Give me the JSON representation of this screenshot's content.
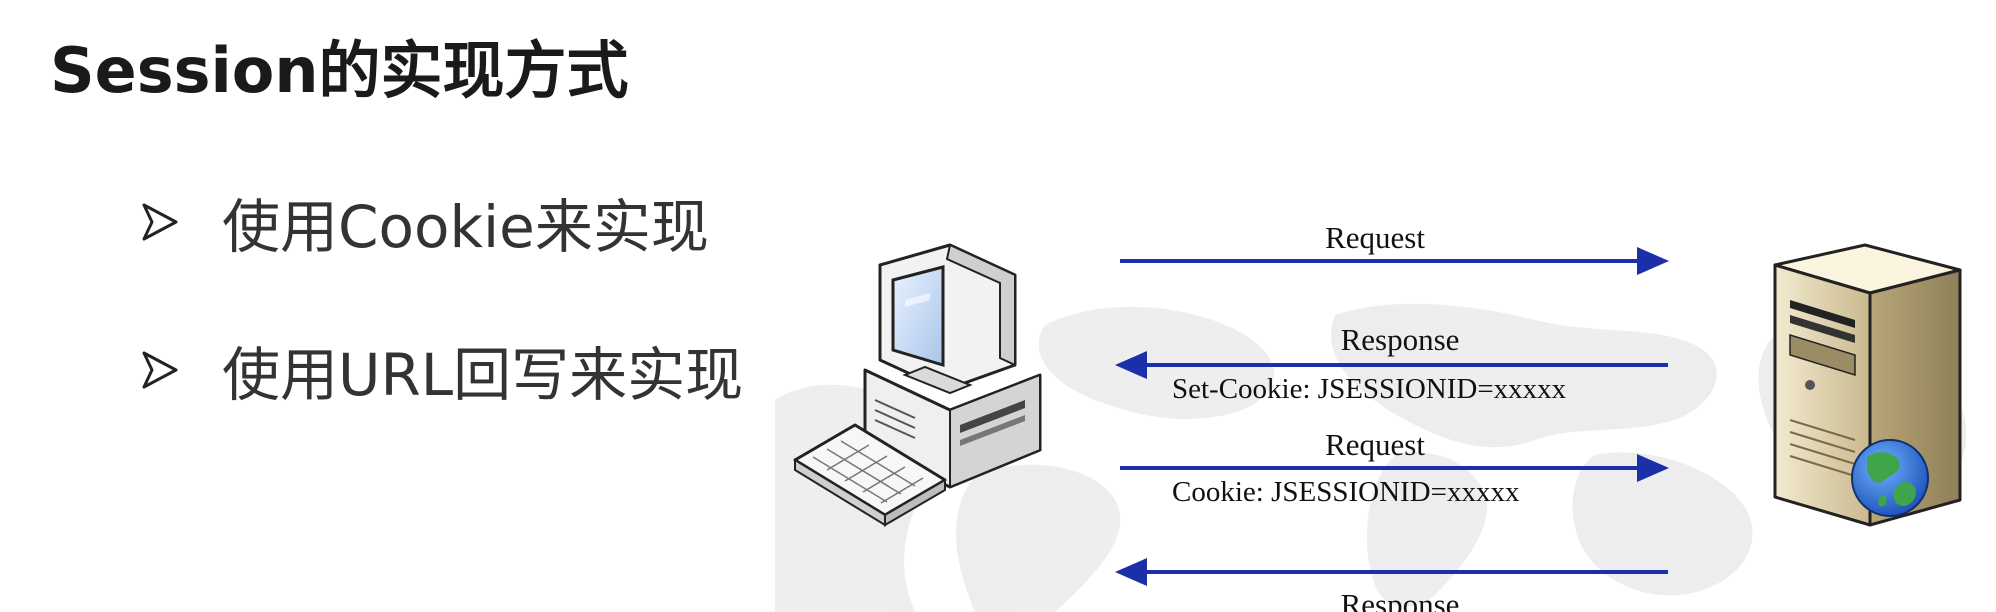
{
  "slide": {
    "title": "Session的实现方式",
    "bullets": [
      {
        "text": "使用Cookie来实现"
      },
      {
        "text": "使用URL回写来实现"
      }
    ]
  },
  "diagram": {
    "client_icon": "desktop-computer-icon",
    "server_icon": "web-server-icon",
    "arrow_color": "#1a2fa8",
    "messages": [
      {
        "label": "Request",
        "detail": "",
        "direction": "to-server"
      },
      {
        "label": "Response",
        "detail": "Set-Cookie: JSESSIONID=xxxxx",
        "direction": "to-client"
      },
      {
        "label": "Request",
        "detail": "Cookie: JSESSIONID=xxxxx",
        "direction": "to-server"
      },
      {
        "label": "Response",
        "detail": "",
        "direction": "to-client"
      }
    ]
  }
}
